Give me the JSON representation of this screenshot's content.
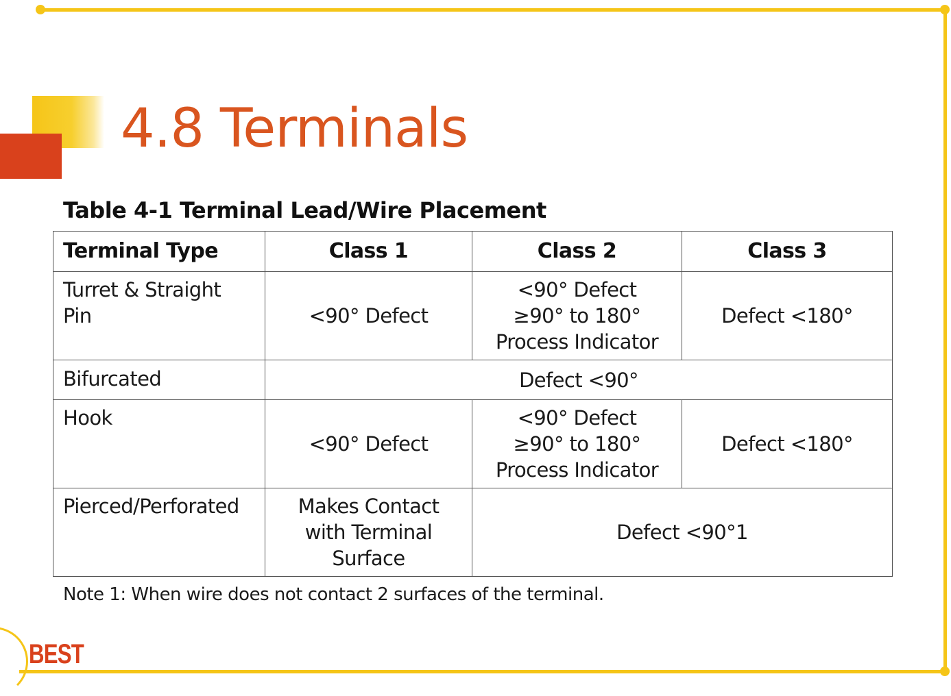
{
  "slide": {
    "title": "4.8 Terminals",
    "table_caption": "Table 4-1 Terminal Lead/Wire Placement",
    "note": "Note 1: When wire does not contact 2 surfaces of the terminal.",
    "logo_text": "BEST"
  },
  "table": {
    "headers": [
      "Terminal Type",
      "Class 1",
      "Class 2",
      "Class 3"
    ],
    "rows": [
      {
        "type": "Turret & Straight Pin",
        "class1": "<90° Defect",
        "class2": [
          "<90° Defect",
          "≥90° to 180°",
          "Process Indicator"
        ],
        "class3": "Defect <180°"
      },
      {
        "type": "Bifurcated",
        "class1_3": "Defect <90°"
      },
      {
        "type": "Hook",
        "class1": "<90° Defect",
        "class2": [
          "<90° Defect",
          "≥90° to 180°",
          "Process Indicator"
        ],
        "class3": "Defect <180°"
      },
      {
        "type": "Pierced/Perforated",
        "class1": [
          "Makes Contact",
          "with Terminal",
          "Surface"
        ],
        "class2_3": "Defect <90°1"
      }
    ]
  },
  "colors": {
    "frame": "#f5c518",
    "title": "#d9551f",
    "accent_red": "#d9411c",
    "accent_yellow": "#f5c518",
    "table_border": "#555555"
  }
}
